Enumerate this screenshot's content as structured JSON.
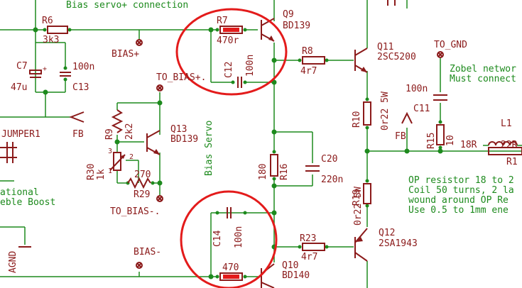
{
  "annotations": {
    "bias_servo_plus_connection": "Bias servo+ connection",
    "bias_servo": "Bias Servo",
    "zobel_network": "Zobel networ",
    "must_connect": "Must connect",
    "op_resistor": "OP resistor 18 to 2",
    "coil": "Coil 50 turns, 2 la",
    "wound_around": "wound around OP Re",
    "use_wire": "Use 0.5 to 1mm ene",
    "ational": "ational",
    "eble_boost": "eble Boost"
  },
  "labels": {
    "r6": "R6",
    "r6_val": "3k3",
    "c7": "C7",
    "c7_val": "47u",
    "c13": "C13",
    "c13_val": "100n",
    "bias_plus": "BIAS+",
    "to_bias_plus": "TO_BIAS+.",
    "r7": "R7",
    "r7_val": "470r",
    "c12": "C12",
    "c12_val": "100n",
    "q9": "Q9",
    "q9_type": "BD139",
    "r8": "R8",
    "r8_val": "4r7",
    "q11": "Q11",
    "q11_type": "2SC5200",
    "to_gnd": "TO_GND",
    "c11": "C11",
    "c11_val": "100n",
    "r10": "R10",
    "r10_val": "0r22 5W",
    "fb_right": "FB",
    "r15": "R15",
    "r15_val": "10",
    "l1": "L1",
    "r18": "18R",
    "r22": "22R",
    "r1x": "R1",
    "jumper1": "JUMPER1",
    "fb_left": "FB",
    "r9": "R9",
    "r9_val": "2k2",
    "q13": "Q13",
    "q13_type": "BD139",
    "r30": "R30",
    "r30_val": "1k",
    "pot_pin3": "3",
    "pot_pin2": "2",
    "pot_pin1": "1",
    "r29": "R29",
    "r29_val": "270",
    "to_bias_minus": "TO_BIAS-.",
    "r16": "R16",
    "r16_val": "180",
    "c20": "C20",
    "c20_val": "220n",
    "r19": "R19",
    "r19_val": "0r22 5W",
    "c14": "C14",
    "c14_val": "100n",
    "r23": "R23",
    "r23_val": "4r7",
    "q12": "Q12",
    "q12_type": "2SA1943",
    "bias_minus": "BIAS-",
    "q10": "Q10",
    "q10_type": "BD140",
    "r_bottom_val": "470",
    "agnd": "AGND"
  }
}
